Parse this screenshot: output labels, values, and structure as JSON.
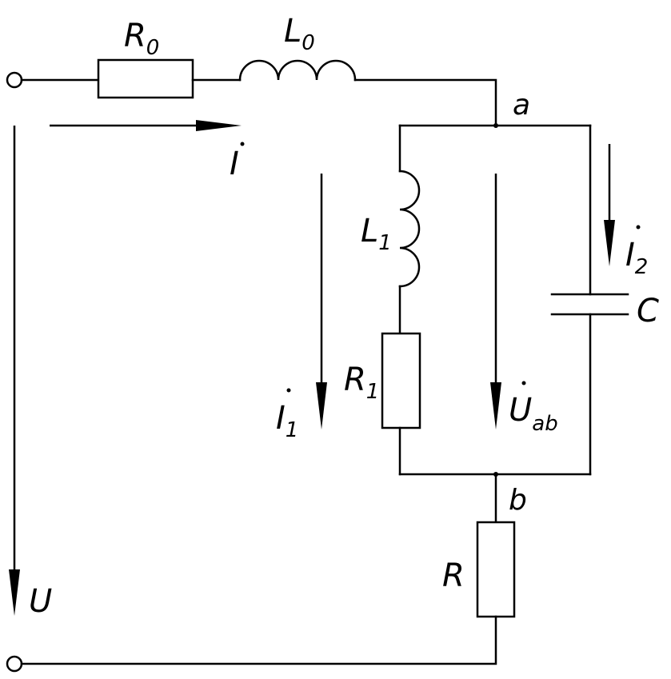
{
  "diagram": {
    "components": {
      "R0": {
        "main": "R",
        "sub": "0"
      },
      "L0": {
        "main": "L",
        "sub": "0"
      },
      "L1": {
        "main": "L",
        "sub": "1"
      },
      "R1": {
        "main": "R",
        "sub": "1"
      },
      "C": {
        "main": "C"
      },
      "R": {
        "main": "R"
      }
    },
    "nodes": {
      "a": "a",
      "b": "b"
    },
    "quantities": {
      "I": {
        "main": "I"
      },
      "I1": {
        "main": "I",
        "sub": "1"
      },
      "I2": {
        "main": "I",
        "sub": "2"
      },
      "Uab": {
        "main": "U",
        "sub": "ab"
      },
      "U": {
        "main": "U"
      }
    }
  }
}
